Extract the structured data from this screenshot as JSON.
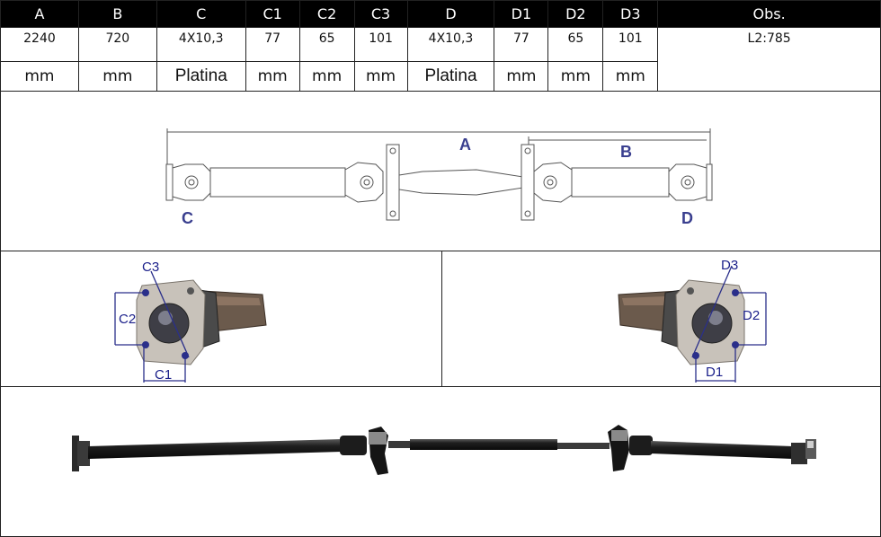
{
  "table": {
    "headers": [
      "A",
      "B",
      "C",
      "C1",
      "C2",
      "C3",
      "D",
      "D1",
      "D2",
      "D3",
      "Obs."
    ],
    "values": [
      "2240",
      "720",
      "4X10,3",
      "77",
      "65",
      "101",
      "4X10,3",
      "77",
      "65",
      "101",
      "L2:785"
    ],
    "units": [
      "mm",
      "mm",
      "Platina",
      "mm",
      "mm",
      "mm",
      "Platina",
      "mm",
      "mm",
      "mm",
      ""
    ]
  },
  "diagram": {
    "label_a": "A",
    "label_b": "B",
    "label_c": "C",
    "label_d": "D"
  },
  "flange_left": {
    "c1": "C1",
    "c2": "C2",
    "c3": "C3"
  },
  "flange_right": {
    "d1": "D1",
    "d2": "D2",
    "d3": "D3"
  },
  "colors": {
    "dimension_blue": "#3a3f8f",
    "header_bg": "#000000"
  }
}
